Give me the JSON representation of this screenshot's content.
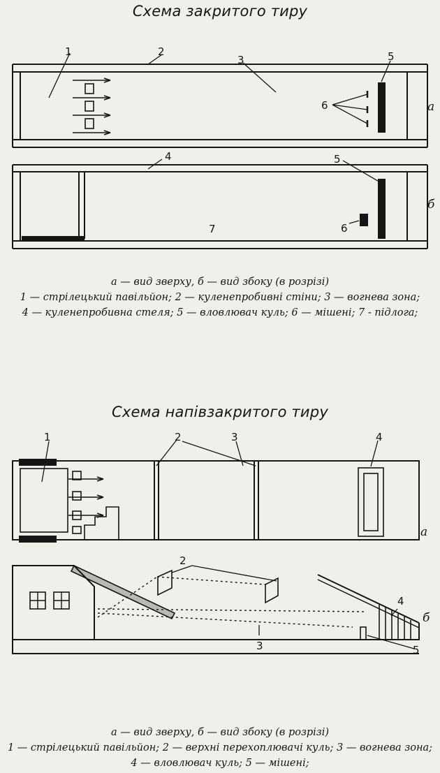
{
  "closed_range": {
    "title": "Схема закритого тиру",
    "labels": {
      "n1": "1",
      "n2": "2",
      "n3": "3",
      "n4": "4",
      "n5a": "5",
      "n5b": "5",
      "n6a": "6",
      "n6b": "6",
      "n7": "7"
    },
    "sub_a": "а",
    "sub_b": "б",
    "caption_lines": [
      "а — вид зверху, б — вид збоку (в розрізі)",
      "1 — стрілецький павільйон; 2 — куленепробивні стіни; 3 — вогнева зона;",
      "4 — куленепробивна стеля; 5 — вловлювач куль; 6 — мішені; 7 - підлога;"
    ]
  },
  "semi_closed_range": {
    "title": "Схема напівзакритого тиру",
    "labels": {
      "n1": "1",
      "n2a": "2",
      "n3a": "3",
      "n4a": "4",
      "n2b": "2",
      "n3b": "3",
      "n4b": "4",
      "n5b": "5"
    },
    "sub_a": "а",
    "sub_b": "б",
    "caption_lines": [
      "а — вид зверху, б — вид збоку (в розрізі)",
      "1 — стрілецький павільйон; 2 — верхні перехоплювачі куль; 3 — вогнева зона;",
      "4 — вловлювач куль; 5 — мішені;"
    ]
  }
}
